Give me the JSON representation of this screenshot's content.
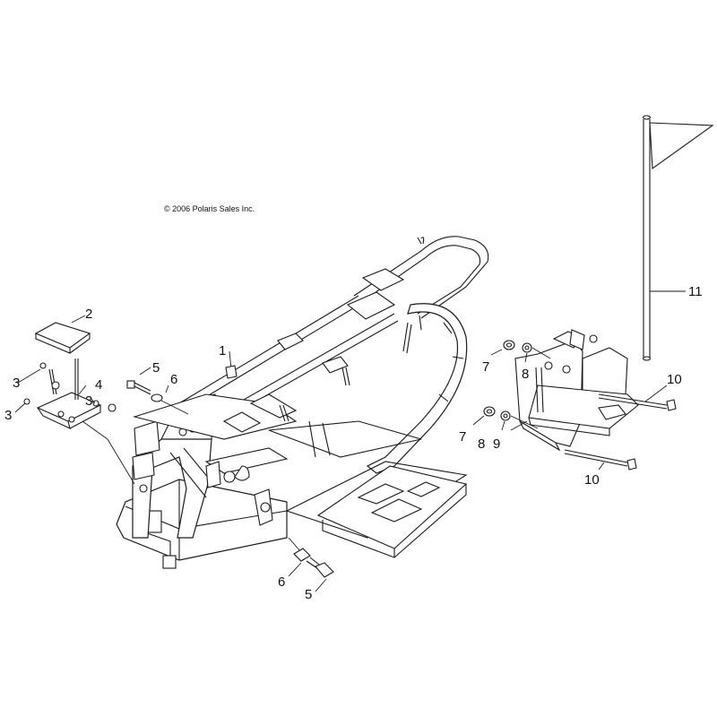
{
  "copyright": "© 2006 Polaris Sales Inc.",
  "callouts": [
    {
      "id": "c1",
      "label": "1"
    },
    {
      "id": "c2",
      "label": "2"
    },
    {
      "id": "c3a",
      "label": "3"
    },
    {
      "id": "c3b",
      "label": "3"
    },
    {
      "id": "c3c",
      "label": "3"
    },
    {
      "id": "c4",
      "label": "4"
    },
    {
      "id": "c5a",
      "label": "5"
    },
    {
      "id": "c6a",
      "label": "6"
    },
    {
      "id": "c5b",
      "label": "5"
    },
    {
      "id": "c6b",
      "label": "6"
    },
    {
      "id": "c7a",
      "label": "7"
    },
    {
      "id": "c8a",
      "label": "8"
    },
    {
      "id": "c7b",
      "label": "7"
    },
    {
      "id": "c8b",
      "label": "8"
    },
    {
      "id": "c9",
      "label": "9"
    },
    {
      "id": "c10a",
      "label": "10"
    },
    {
      "id": "c10b",
      "label": "10"
    },
    {
      "id": "c11",
      "label": "11"
    }
  ]
}
